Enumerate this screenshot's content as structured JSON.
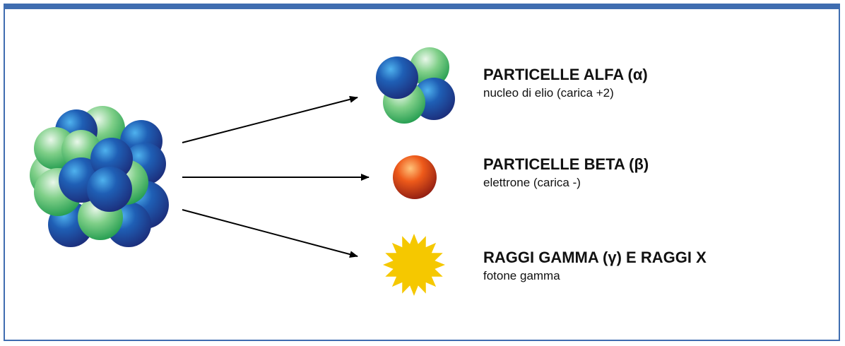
{
  "colors": {
    "border": "#3f6db0",
    "nucleon_blue": "#1f4fa8",
    "nucleon_green": "#3fae5f",
    "electron": "#d8401a",
    "photon": "#f5c800",
    "arrow": "#000000"
  },
  "emissions": [
    {
      "id": "alpha",
      "icon": "alpha-particle-icon",
      "title": "PARTICELLE ALFA (α)",
      "description": "nucleo di elio (carica +2)"
    },
    {
      "id": "beta",
      "icon": "electron-icon",
      "title": "PARTICELLE BETA (β)",
      "description": "elettrone (carica -)"
    },
    {
      "id": "gamma",
      "icon": "photon-burst-icon",
      "title": "RAGGI GAMMA (γ) E RAGGI X",
      "description": "fotone gamma"
    }
  ],
  "source": {
    "icon": "atomic-nucleus-icon"
  }
}
